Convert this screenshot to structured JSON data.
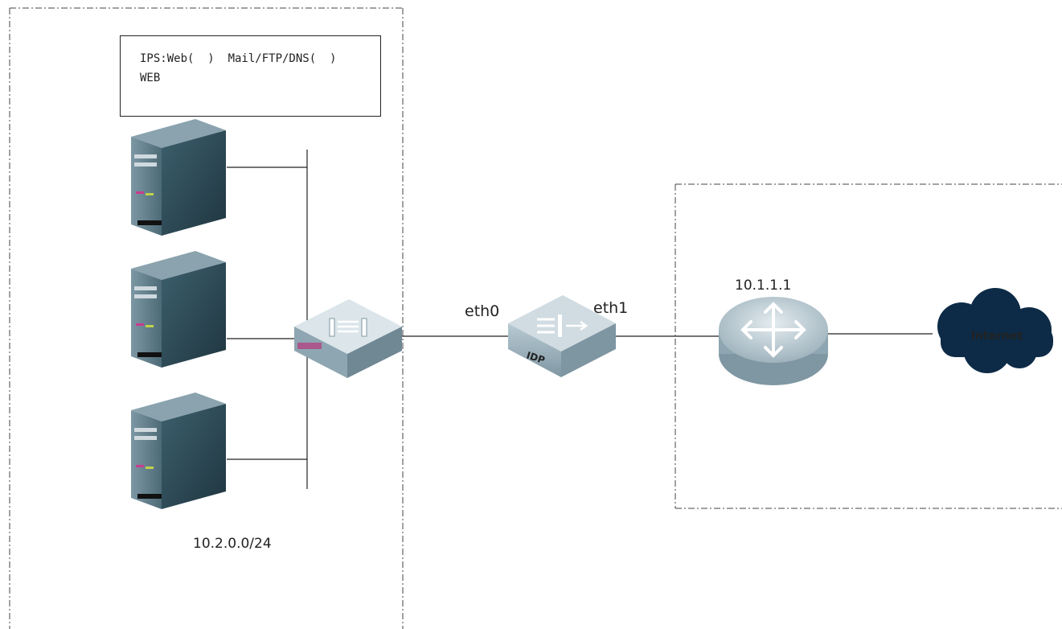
{
  "note": {
    "line1": "IPS:Web(  )  Mail/FTP/DNS(  )",
    "line2": "WEB"
  },
  "subnet_label": "10.2.0.0/24",
  "interface_left": "eth0",
  "interface_right": "eth1",
  "router_ip": "10.1.1.1",
  "ips_device_label": "IDP",
  "cloud_label": "Internet",
  "colors": {
    "device_body": "#a9bcc6",
    "device_top": "#d7e2e8",
    "server_front": "#2f4b57",
    "server_side": "#5c7b88",
    "cloud": "#0d2b46",
    "line": "#222222"
  },
  "icons": [
    "server-icon",
    "switch-icon",
    "ips-device-icon",
    "router-icon",
    "cloud-icon"
  ]
}
